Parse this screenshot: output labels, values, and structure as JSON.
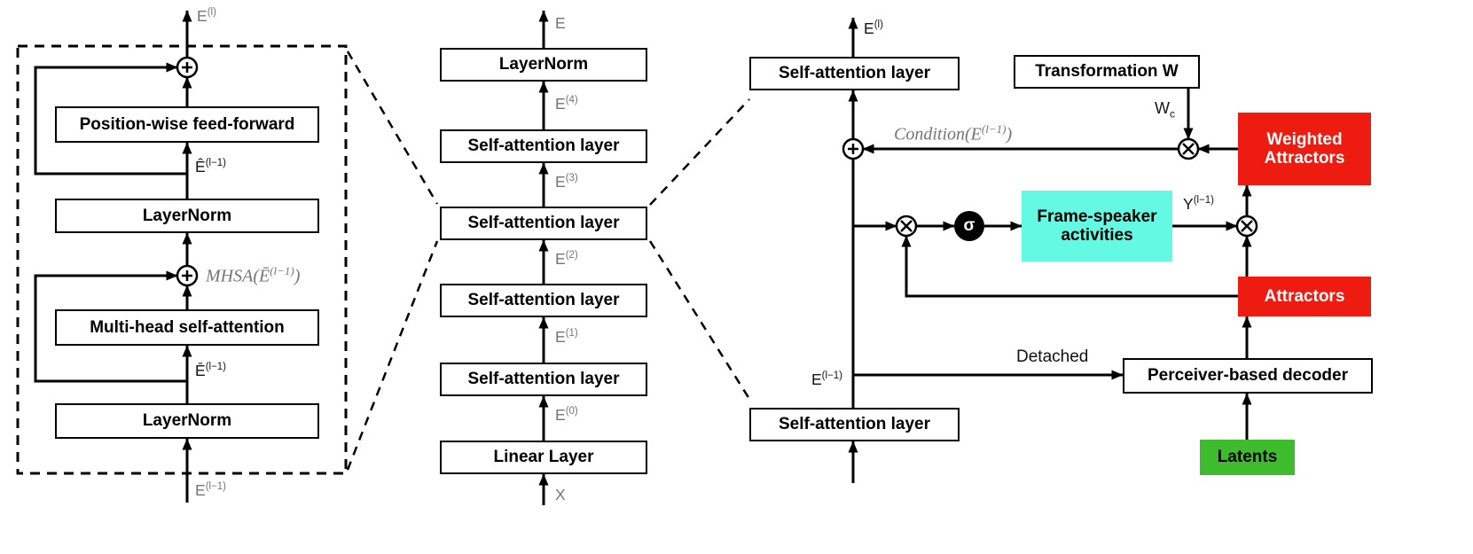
{
  "colors": {
    "red": "#ee1b10",
    "cyan": "#63f9e2",
    "green": "#3fbc2d",
    "gray_label": "#757575"
  },
  "left": {
    "out_signal": {
      "base": "E",
      "sup": "(l)"
    },
    "feed_forward": "Position-wise feed-forward",
    "ehat_signal": {
      "base": "Ê",
      "sup": "(l−1)"
    },
    "layernorm_mid": "LayerNorm",
    "mhsa_expr": {
      "pre": "MHSA(",
      "base": "Ē",
      "sup": "(l−1)",
      "post": ")"
    },
    "mhsa": "Multi-head self-attention",
    "ebar_signal": {
      "base": "Ē",
      "sup": "(l−1)"
    },
    "layernorm_bottom": "LayerNorm",
    "in_signal": {
      "base": "E",
      "sup": "(l−1)"
    }
  },
  "middle": {
    "out_signal": "E",
    "boxes": [
      "LayerNorm",
      "Self-attention layer",
      "Self-attention layer",
      "Self-attention layer",
      "Self-attention layer",
      "Linear Layer"
    ],
    "signals": [
      {
        "base": "E",
        "sup": "(4)"
      },
      {
        "base": "E",
        "sup": "(3)"
      },
      {
        "base": "E",
        "sup": "(2)"
      },
      {
        "base": "E",
        "sup": "(1)"
      },
      {
        "base": "E",
        "sup": "(0)"
      }
    ],
    "in_signal": "X"
  },
  "right": {
    "out_signal": {
      "base": "E",
      "sup": "(l)"
    },
    "sa_top": "Self-attention layer",
    "transformation": "Transformation W",
    "wc": {
      "base": "W",
      "sub": "c"
    },
    "condition_expr": {
      "pre": "Condition(",
      "base": "E",
      "sup": "(l−1)",
      "post": ")"
    },
    "weighted_attractors": "Weighted Attractors",
    "sigma": "σ",
    "frame_speaker": "Frame-speaker activities",
    "y_signal": {
      "base": "Y",
      "sup": "(l−1)"
    },
    "attractors": "Attractors",
    "in_signal": {
      "base": "E",
      "sup": "(l−1)"
    },
    "detached": "Detached",
    "decoder": "Perceiver-based decoder",
    "latents": "Latents",
    "sa_bottom": "Self-attention layer"
  }
}
